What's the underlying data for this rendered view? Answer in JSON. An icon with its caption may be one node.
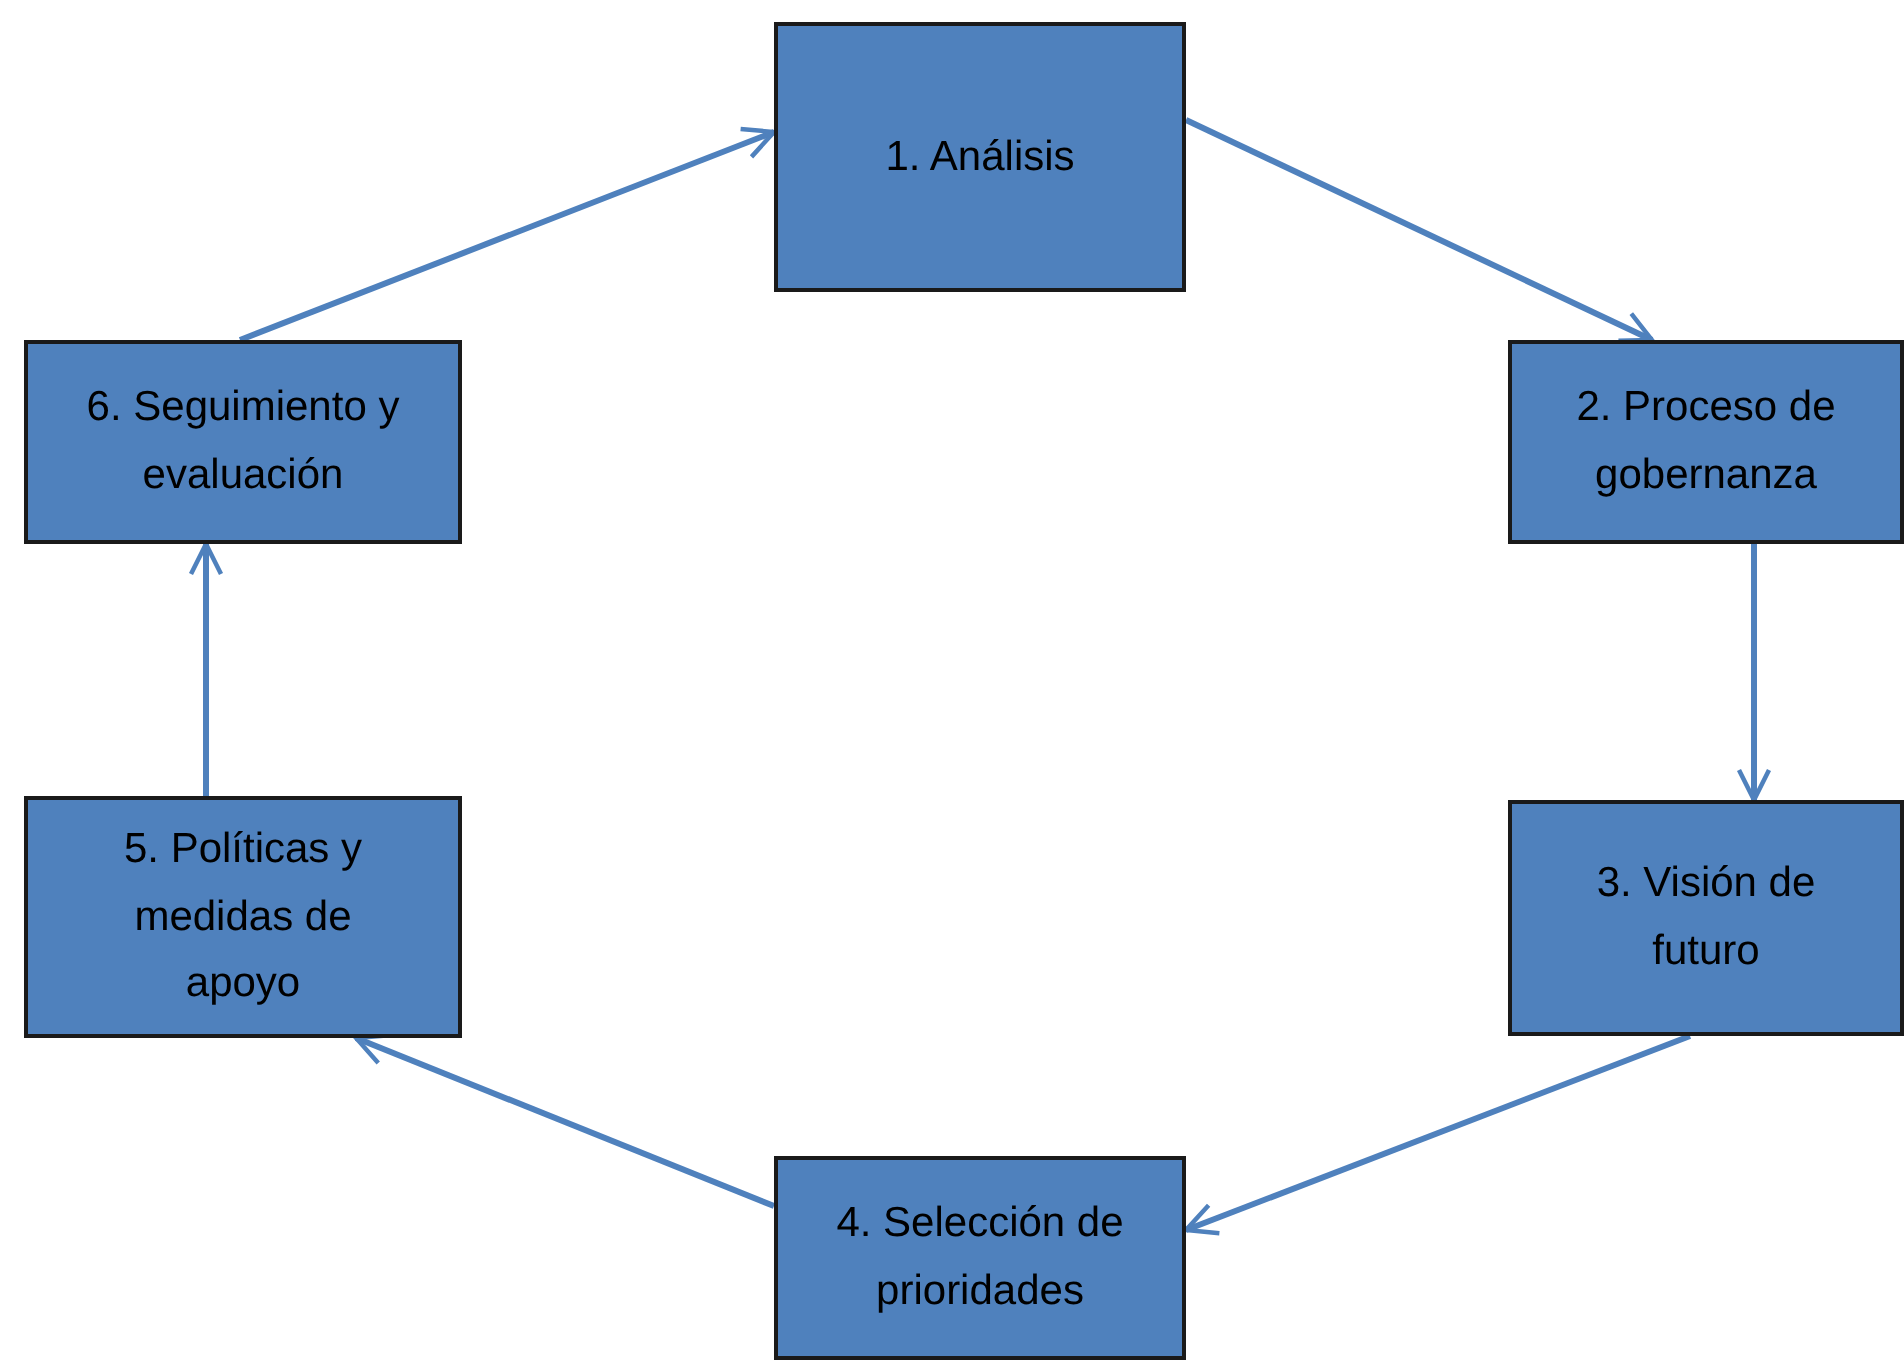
{
  "diagram": {
    "nodes": [
      {
        "text": [
          "1. Análisis"
        ]
      },
      {
        "text": [
          "2. Proceso de gobernanza"
        ]
      },
      {
        "text": [
          "3. Visión de futuro"
        ]
      },
      {
        "text": [
          "4. Selección de prioridades"
        ]
      },
      {
        "text": [
          "5. Políticas y medidas de apoyo"
        ]
      },
      {
        "text": [
          "6. Seguimiento y evaluación"
        ]
      }
    ],
    "edges": [
      {
        "from": 0,
        "to": 1,
        "arrow": "to"
      },
      {
        "from": 1,
        "to": 2,
        "arrow": "to"
      },
      {
        "from": 2,
        "to": 3,
        "arrow": "to"
      },
      {
        "from": 3,
        "to": 4,
        "arrow": "to"
      },
      {
        "from": 4,
        "to": 5,
        "arrow": "to"
      },
      {
        "from": 5,
        "to": 0,
        "arrow": "to"
      }
    ]
  }
}
